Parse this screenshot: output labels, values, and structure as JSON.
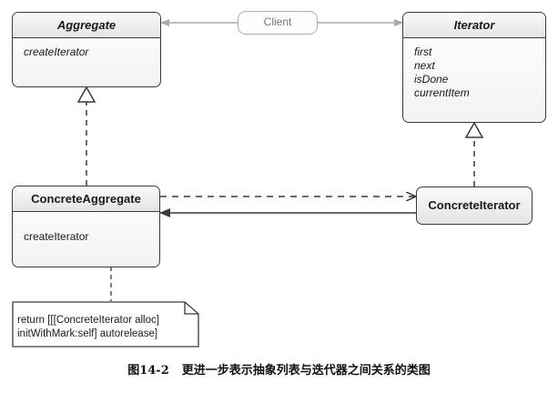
{
  "client": {
    "label": "Client"
  },
  "aggregate": {
    "name": "Aggregate",
    "operations": [
      "createIterator"
    ]
  },
  "iterator": {
    "name": "Iterator",
    "operations": [
      "first",
      "next",
      "isDone",
      "currentItem"
    ]
  },
  "concrete_aggregate": {
    "name": "ConcreteAggregate",
    "operations": [
      "createIterator"
    ]
  },
  "concrete_iterator": {
    "name": "ConcreteIterator"
  },
  "note": {
    "line1": "return [[[ConcreteIterator alloc]",
    "line2": "initWithMark:self] autorelease]"
  },
  "caption": {
    "figure_number": "图14-2",
    "text": "更进一步表示抽象列表与迭代器之间关系的类图"
  },
  "colors": {
    "line": "#3a3a3a",
    "client_line": "#a8a8a8"
  }
}
